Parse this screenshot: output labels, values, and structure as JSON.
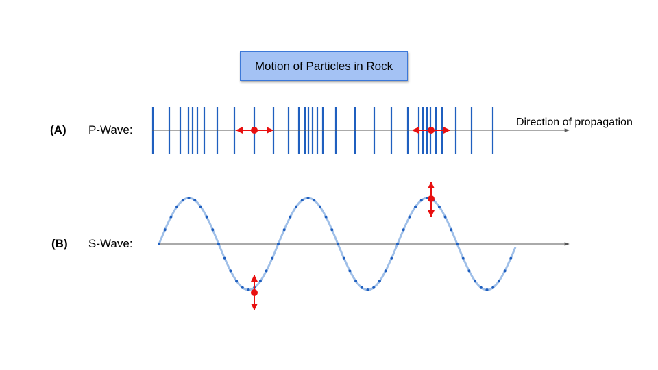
{
  "title": "Motion of Particles in Rock",
  "p_wave": {
    "tag": "(A)",
    "label": "P-Wave:",
    "direction_label": "Direction of propagation"
  },
  "s_wave": {
    "tag": "(B)",
    "label": "S-Wave:"
  },
  "colors": {
    "compression_lines": "#1f5fbf",
    "wave_curve": "#9fbfe8",
    "wave_dots": "#1f5fbf",
    "particle": "#e81010",
    "axis": "#555555",
    "title_fill": "#a4c2f4",
    "title_border": "#3c78d8"
  }
}
